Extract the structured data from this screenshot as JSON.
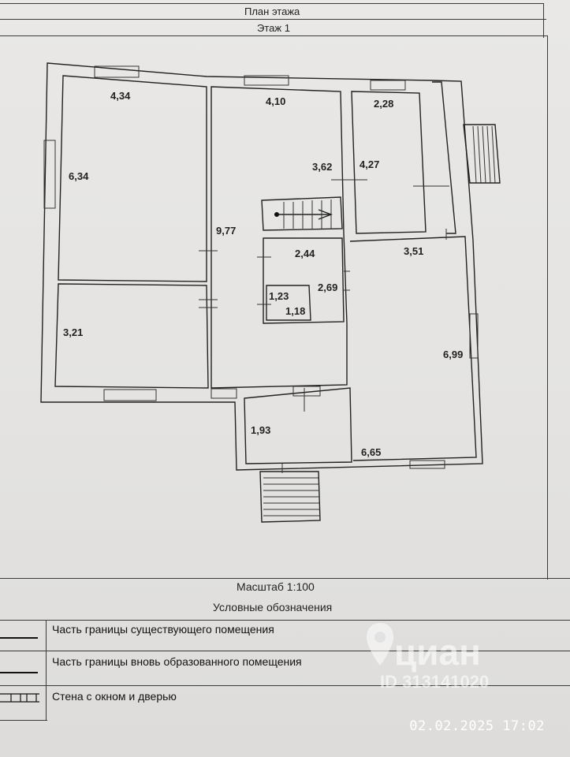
{
  "header": {
    "title": "План этажа",
    "floor": "Этаж 1"
  },
  "plan": {
    "dimensions": [
      "4,34",
      "6,34",
      "3,21",
      "4,10",
      "9,77",
      "3,62",
      "4,27",
      "2,28",
      "2,44",
      "1,23",
      "1,18",
      "2,69",
      "3,51",
      "6,99",
      "1,93",
      "6,65"
    ]
  },
  "footer": {
    "scale": "Масштаб 1:100",
    "legend_title": "Условные обозначения",
    "legend": [
      "Часть границы существующего помещения",
      "Часть границы вновь образованного помещения",
      "Стена с окном и дверью"
    ]
  },
  "watermark": {
    "brand": "циан",
    "id": "ID 313141020"
  },
  "timestamp": "02.02.2025 17:02"
}
